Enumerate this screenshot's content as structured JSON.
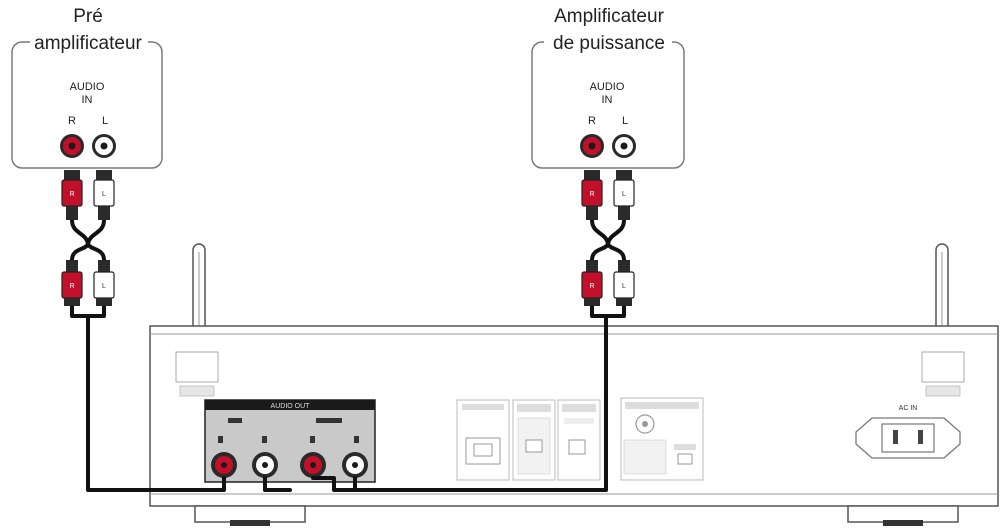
{
  "preamp": {
    "title_line1": "Pré",
    "title_line2": "amplificateur",
    "input_label_line1": "AUDIO",
    "input_label_line2": "IN",
    "right_label": "R",
    "left_label": "L"
  },
  "power_amp": {
    "title_line1": "Amplificateur",
    "title_line2": "de puissance",
    "input_label_line1": "AUDIO",
    "input_label_line2": "IN",
    "right_label": "R",
    "left_label": "L"
  },
  "cable": {
    "plug_right_label": "R",
    "plug_left_label": "L"
  },
  "device": {
    "audio_out_label": "AUDIO OUT",
    "ac_in_label": "AC IN"
  },
  "colors": {
    "red_jack": "#c2102a",
    "white_jack": "#ffffff",
    "panel_grey": "#c9c9c9",
    "cable": "#111111"
  }
}
